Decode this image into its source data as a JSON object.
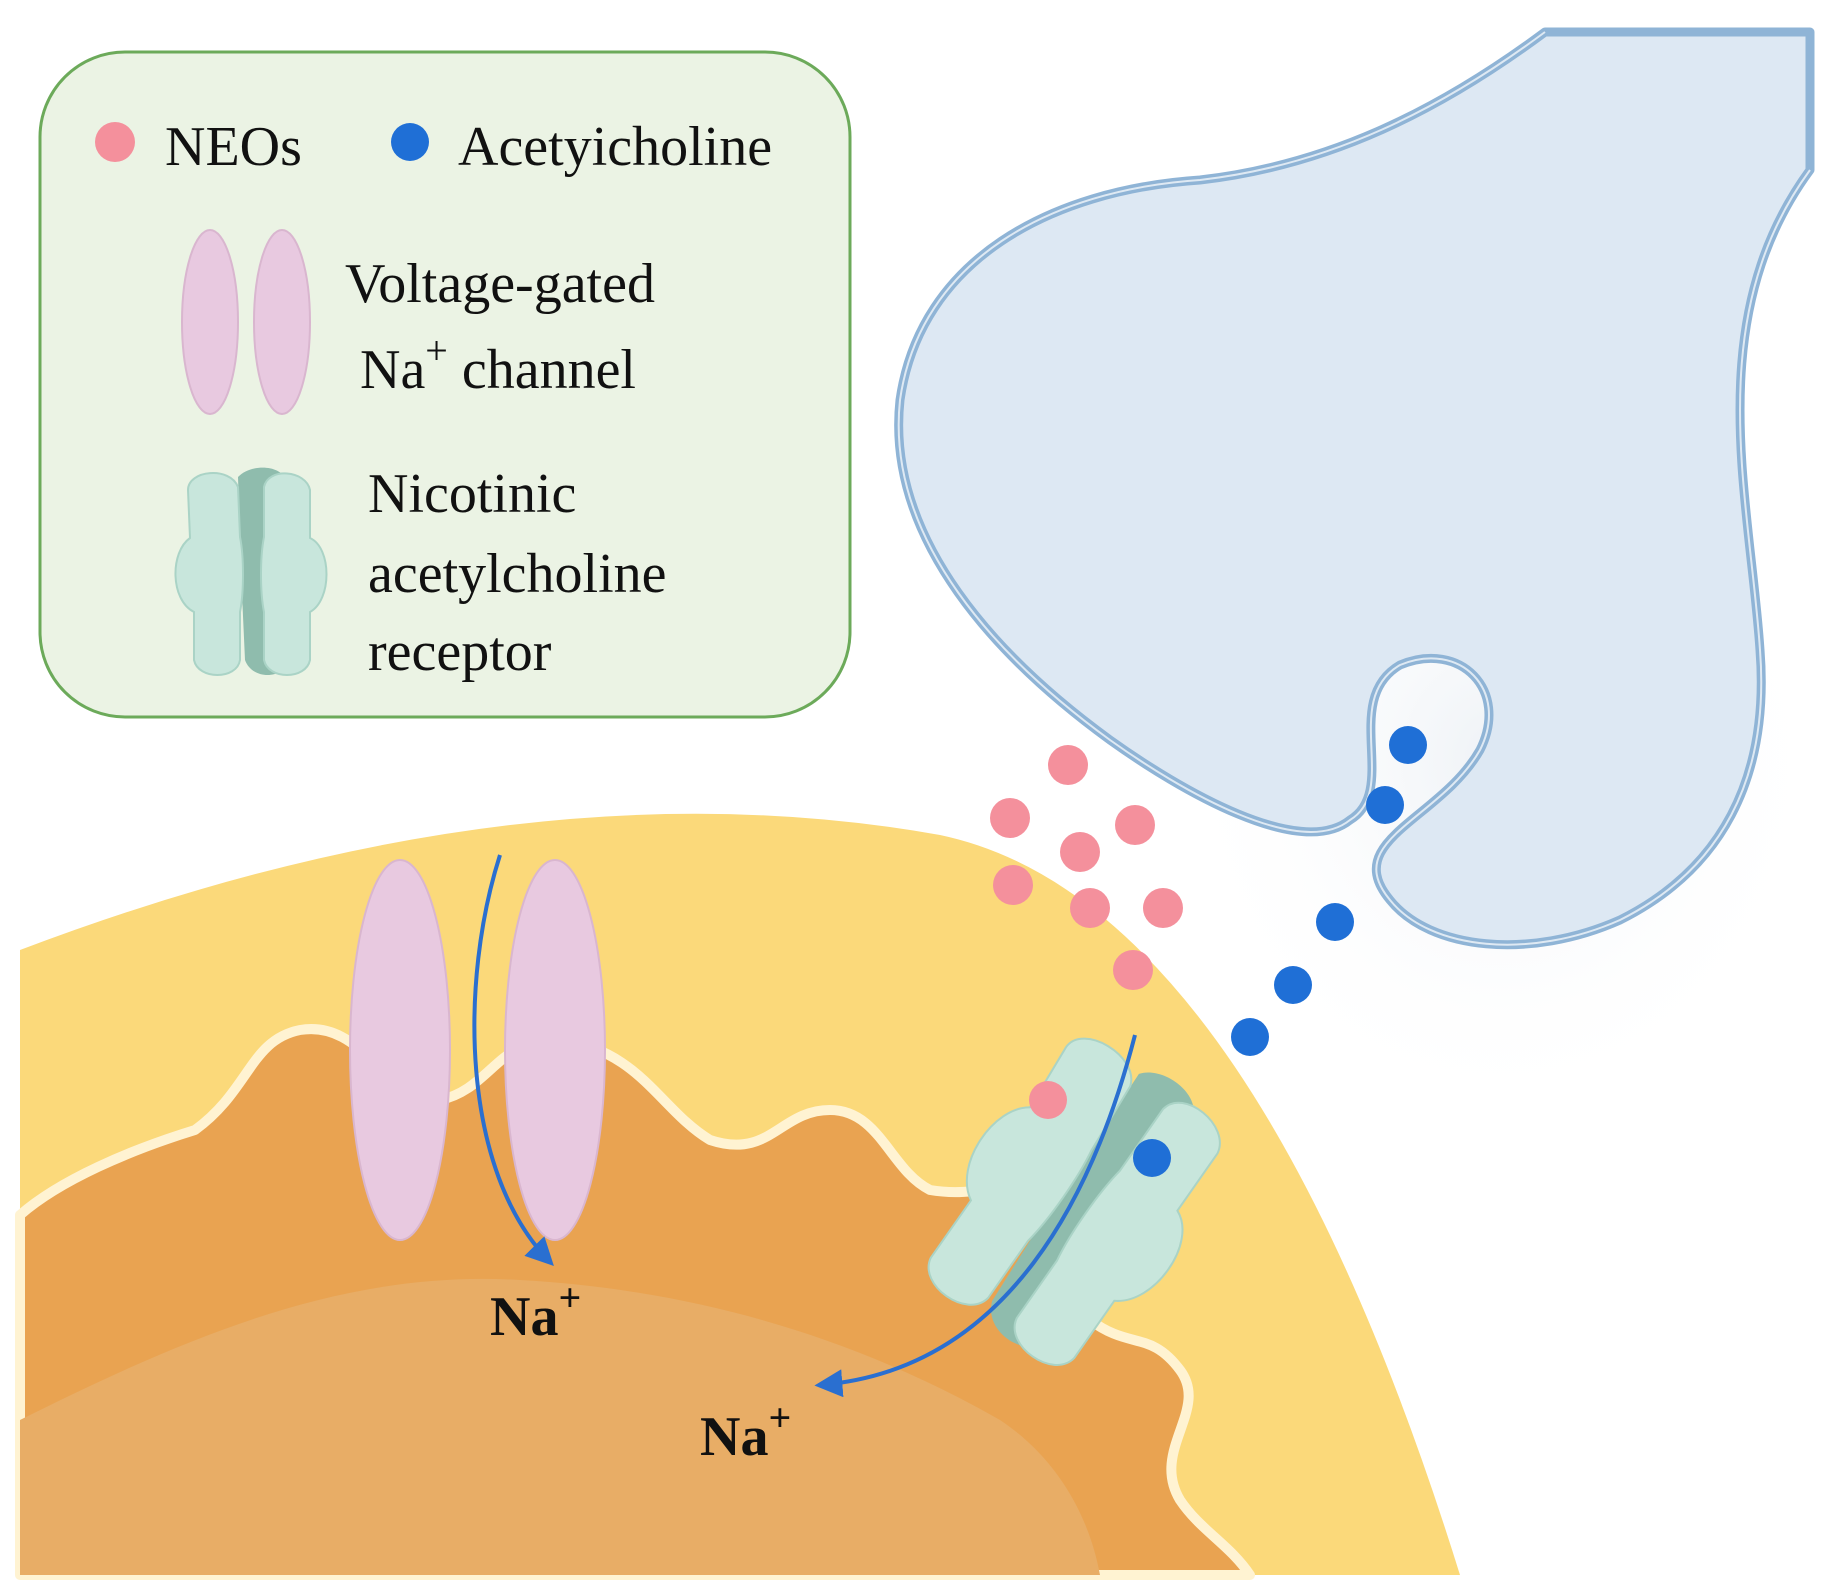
{
  "legend": {
    "neos_label": "NEOs",
    "ach_label": "Acetyicholine",
    "vgsc_line1": "Voltage-gated",
    "vgsc_na": "Na",
    "vgsc_plus": "+",
    "vgsc_rest": " channel",
    "nachr_line1": "Nicotinic",
    "nachr_line2": "acetylcholine",
    "nachr_line3": "receptor"
  },
  "labels": {
    "na_left": "Na",
    "na_left_plus": "+",
    "na_right": "Na",
    "na_right_plus": "+"
  },
  "colors": {
    "neos": "#f4909c",
    "acetylcholine": "#1f6fd6",
    "vgsc": "#e8c9e0",
    "nachr": "#c8e6dc",
    "legend_bg": "#ebf3e4",
    "legend_border": "#6caa5a",
    "cell_outer": "#fbd97a",
    "cell_inner": "#e9a351",
    "neuron_fill": "#dde8f3",
    "neuron_border": "#8fb4d6",
    "arrow": "#2a6fd0"
  }
}
